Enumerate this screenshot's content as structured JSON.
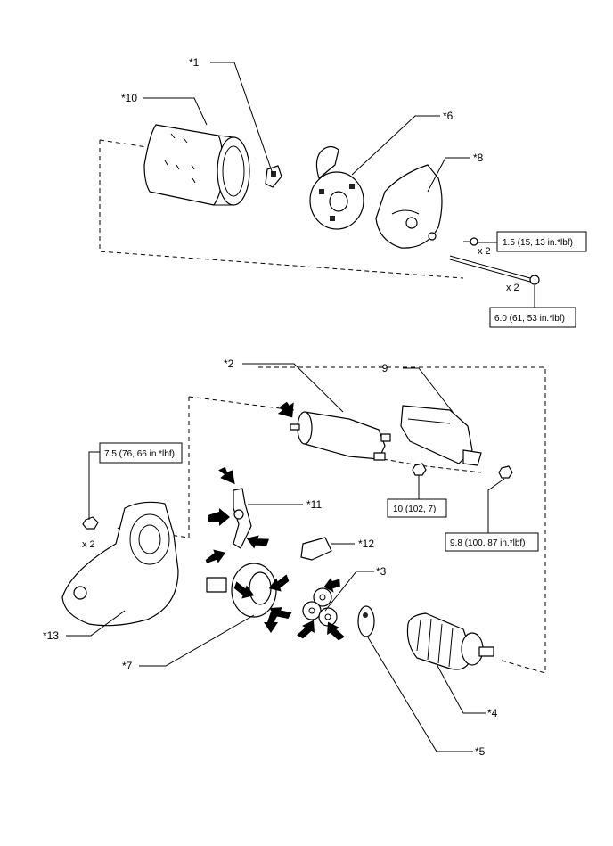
{
  "callouts": {
    "c1": "*1",
    "c2": "*2",
    "c3": "*3",
    "c4": "*4",
    "c5": "*5",
    "c6": "*6",
    "c7": "*7",
    "c8": "*8",
    "c9": "*9",
    "c10": "*10",
    "c11": "*11",
    "c12": "*12",
    "c13": "*13"
  },
  "torque_specs": {
    "t1": "1.5 (15, 13 in.*lbf)",
    "t2": "6.0 (61, 53 in.*lbf)",
    "t3": "7.5 (76, 66 in.*lbf)",
    "t4": "10 (102, 7)",
    "t5": "9.8 (100, 87 in.*lbf)"
  },
  "quantities": {
    "q1": "x 2",
    "q2": "x 2",
    "q3": "x 2"
  },
  "colors": {
    "line": "#000000",
    "background": "#ffffff"
  }
}
